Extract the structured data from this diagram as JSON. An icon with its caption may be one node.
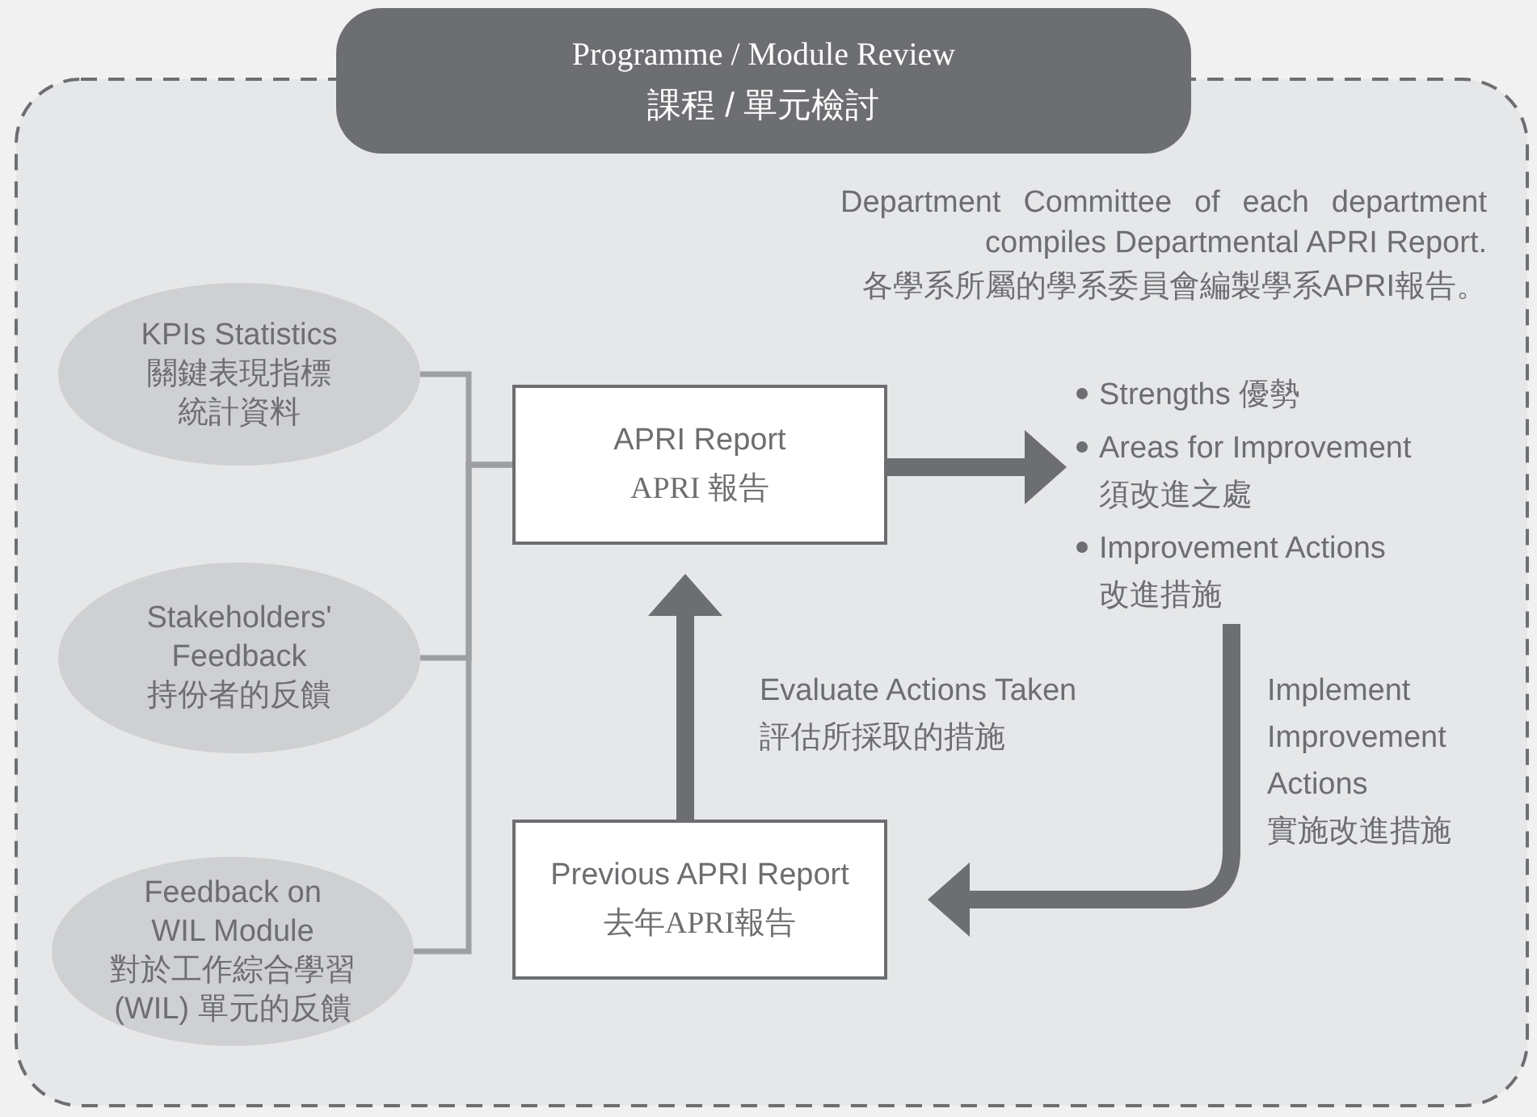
{
  "diagram": {
    "nodes": [
      {
        "text": [
          "Programme / Module Review",
          "課程 / 單元檢討"
        ]
      },
      {
        "text": [
          "KPIs Statistics",
          "關鍵表現指標統計資料"
        ],
        "in": 0
      },
      {
        "text": [
          "Stakeholders' Feedback",
          "持份者的反饋"
        ],
        "in": 0
      },
      {
        "text": [
          "Feedback on WIL Module",
          "對於工作綜合學習(WIL) 單元的反饋"
        ],
        "in": 0
      },
      {
        "text": [
          "APRI Report",
          "APRI 報告"
        ],
        "in": 0
      },
      {
        "text": [
          "Strengths 優勢",
          "Areas for Improvement 須改進之處",
          "Improvement Actions 改進措施"
        ],
        "in": 0
      },
      {
        "text": [
          "Previous APRI Report",
          "去年APRI報告"
        ],
        "in": 0
      }
    ],
    "edges": [
      {
        "from": 1,
        "to": 4,
        "arrow": "none",
        "color": "#9d9fa2"
      },
      {
        "from": 2,
        "to": 4,
        "arrow": "none",
        "color": "#9d9fa2"
      },
      {
        "from": 3,
        "to": 4,
        "arrow": "none",
        "color": "#9d9fa2"
      },
      {
        "from": 4,
        "to": 5,
        "arrow": "to",
        "style": "thick"
      },
      {
        "from": 6,
        "to": 4,
        "arrow": "to",
        "style": "thick",
        "label": "Evaluate Actions Taken 評估所採取的措施"
      },
      {
        "from": 5,
        "to": 6,
        "arrow": "to",
        "style": "thick",
        "label": "Implement Improvement Actions 實施改進措施"
      }
    ],
    "labels": [
      "Department Committee of each department compiles Departmental APRI Report.",
      "各學系所屬的學系委員會編製學系APRI報告。"
    ]
  }
}
